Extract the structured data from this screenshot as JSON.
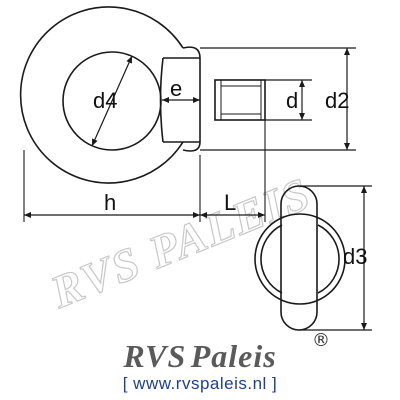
{
  "labels": {
    "d4": "d4",
    "e": "e",
    "d": "d",
    "d2": "d2",
    "h": "h",
    "L": "L",
    "d3": "d3"
  },
  "watermark": "RVS PALEIS",
  "brand": {
    "name_part1": "RVS",
    "name_part2": "Paleis",
    "registered": "®",
    "url": "[ www.rvspaleis.nl ]"
  },
  "colors": {
    "line": "#1a1a1a",
    "watermark": "#c8c8c8",
    "brand_text": "#5a5a5a",
    "url": "#1f3f8f"
  }
}
